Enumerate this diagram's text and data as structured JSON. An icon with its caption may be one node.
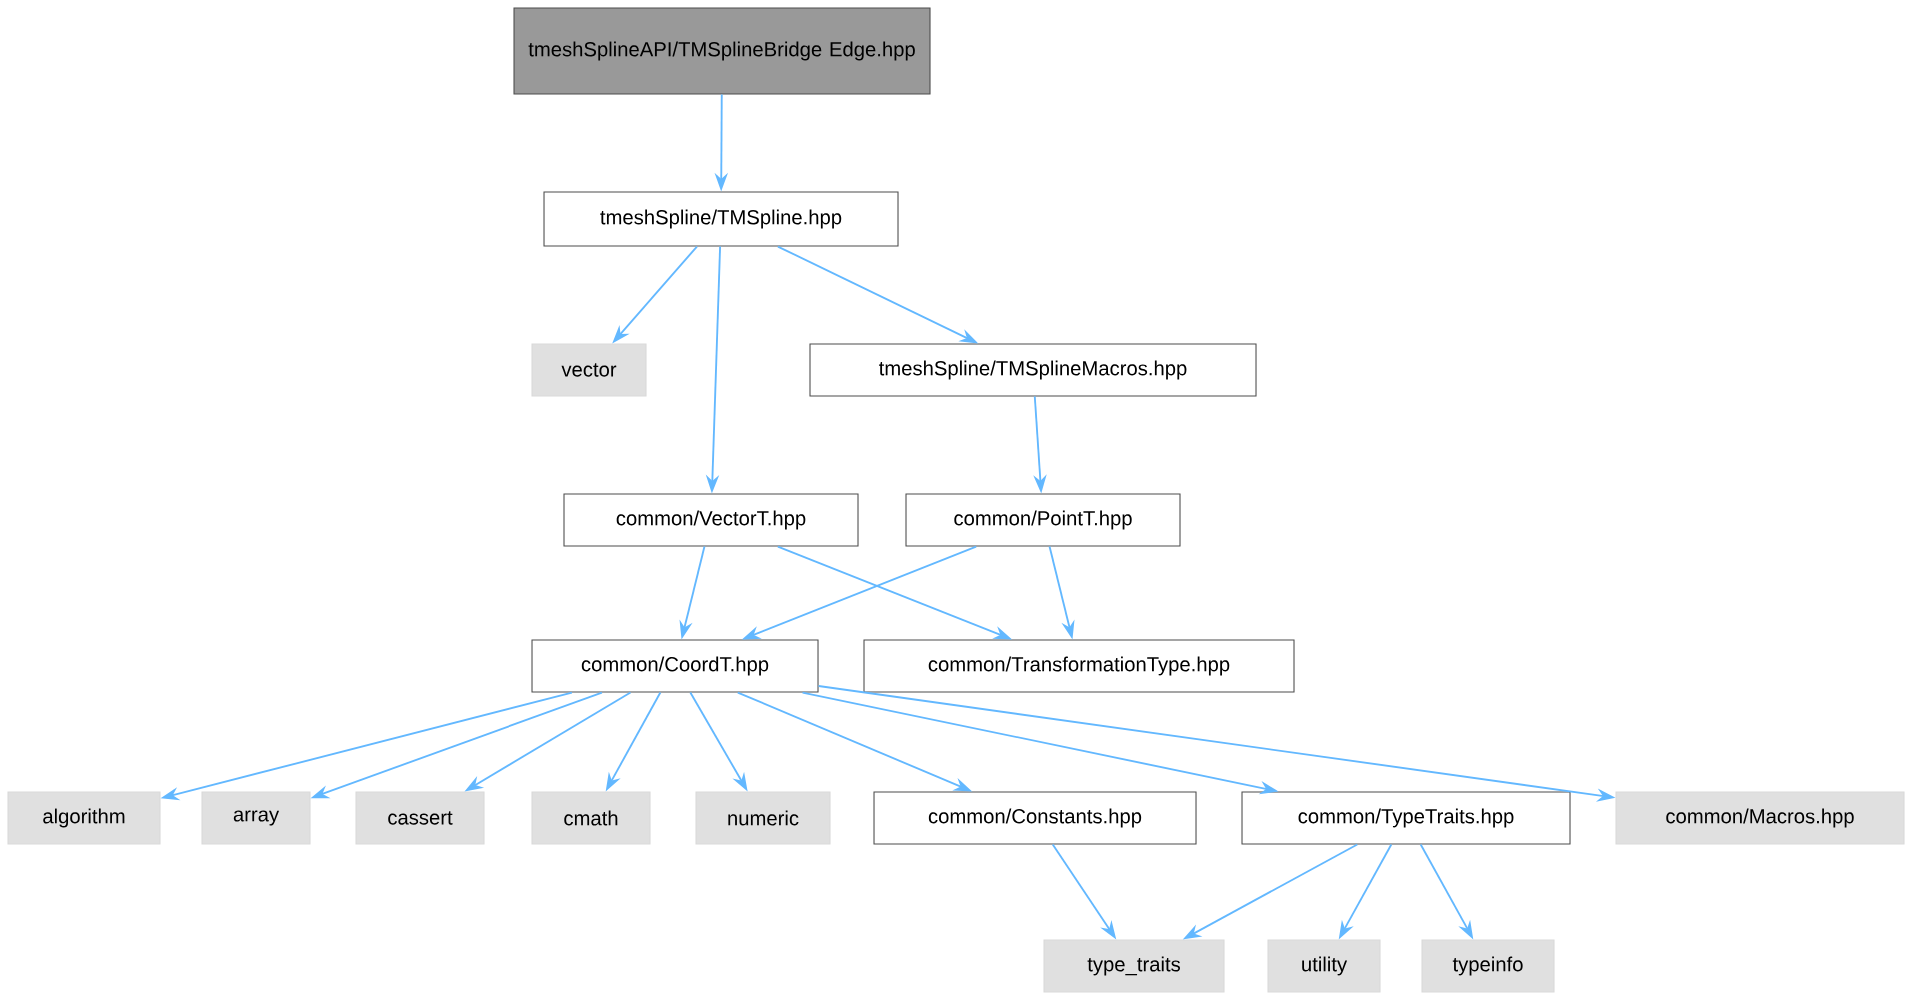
{
  "diagram": {
    "nodes": [
      {
        "text": [
          "tmeshSplineAPI/TMSplineBridge Edge.hpp"
        ]
      },
      {
        "text": [
          "tmeshSpline/TMSpline.hpp"
        ]
      },
      {
        "text": [
          "vector"
        ]
      },
      {
        "text": [
          "tmeshSpline/TMSplineMacros.hpp"
        ]
      },
      {
        "text": [
          "common/VectorT.hpp"
        ]
      },
      {
        "text": [
          "common/PointT.hpp"
        ]
      },
      {
        "text": [
          "common/CoordT.hpp"
        ]
      },
      {
        "text": [
          "common/TransformationType.hpp"
        ]
      },
      {
        "text": [
          "algorithm"
        ]
      },
      {
        "text": [
          "array"
        ]
      },
      {
        "text": [
          "cassert"
        ]
      },
      {
        "text": [
          "cmath"
        ]
      },
      {
        "text": [
          "numeric"
        ]
      },
      {
        "text": [
          "common/Constants.hpp"
        ]
      },
      {
        "text": [
          "common/TypeTraits.hpp"
        ]
      },
      {
        "text": [
          "common/Macros.hpp"
        ]
      },
      {
        "text": [
          "type_traits"
        ]
      },
      {
        "text": [
          "utility"
        ]
      },
      {
        "text": [
          "typeinfo"
        ]
      }
    ],
    "edges": [
      {
        "from": 0,
        "to": 1,
        "arrow": "to"
      },
      {
        "from": 1,
        "to": 2,
        "arrow": "to"
      },
      {
        "from": 1,
        "to": 4,
        "arrow": "to"
      },
      {
        "from": 1,
        "to": 3,
        "arrow": "to"
      },
      {
        "from": 3,
        "to": 5,
        "arrow": "to"
      },
      {
        "from": 4,
        "to": 6,
        "arrow": "to"
      },
      {
        "from": 4,
        "to": 7,
        "arrow": "to"
      },
      {
        "from": 5,
        "to": 6,
        "arrow": "to"
      },
      {
        "from": 5,
        "to": 7,
        "arrow": "to"
      },
      {
        "from": 6,
        "to": 8,
        "arrow": "to"
      },
      {
        "from": 6,
        "to": 9,
        "arrow": "to"
      },
      {
        "from": 6,
        "to": 10,
        "arrow": "to"
      },
      {
        "from": 6,
        "to": 11,
        "arrow": "to"
      },
      {
        "from": 6,
        "to": 12,
        "arrow": "to"
      },
      {
        "from": 6,
        "to": 13,
        "arrow": "to"
      },
      {
        "from": 6,
        "to": 14,
        "arrow": "to"
      },
      {
        "from": 6,
        "to": 15,
        "arrow": "to"
      },
      {
        "from": 13,
        "to": 16,
        "arrow": "to"
      },
      {
        "from": 14,
        "to": 16,
        "arrow": "to"
      },
      {
        "from": 14,
        "to": 17,
        "arrow": "to"
      },
      {
        "from": 14,
        "to": 18,
        "arrow": "to"
      }
    ]
  }
}
